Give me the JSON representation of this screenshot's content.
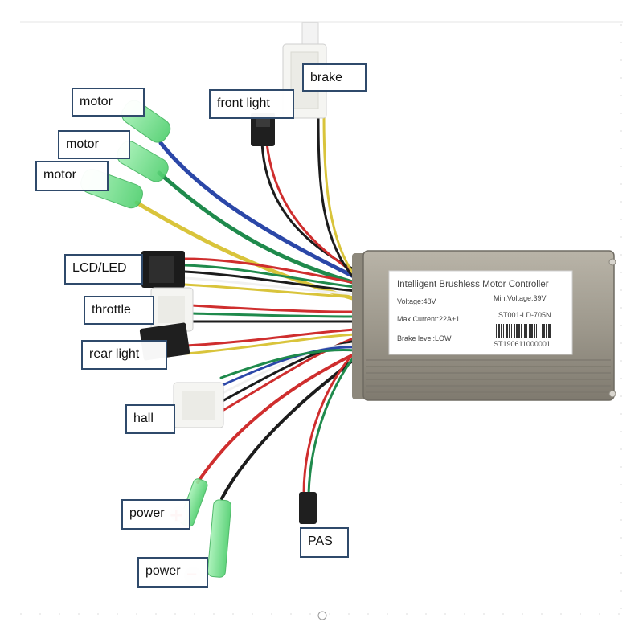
{
  "colors": {
    "red": "#cf2e2e",
    "black": "#1c1c1c",
    "blue": "#2b47a8",
    "green": "#1f8a4c",
    "yellow": "#d9c43b",
    "white": "#f1f1f1",
    "connector_green": "#6fe08a",
    "controller_body": "#9e998d",
    "plus_sign": "#e0262b"
  },
  "controller": {
    "title": "Intelligent Brushless Motor Controller",
    "voltage": "Voltage:48V",
    "min_voltage": "Min.Voltage:39V",
    "max_current": "Max.Current:22A±1",
    "model": "ST001-LD-705N",
    "brake_level": "Brake level:LOW",
    "serial": "ST190611000001"
  },
  "callouts": [
    {
      "id": "brake",
      "text": "brake"
    },
    {
      "id": "front-light",
      "text": "front light"
    },
    {
      "id": "motor-1",
      "text": "motor"
    },
    {
      "id": "motor-2",
      "text": "motor"
    },
    {
      "id": "motor-3",
      "text": "motor"
    },
    {
      "id": "lcd-led",
      "text": "LCD/LED"
    },
    {
      "id": "throttle",
      "text": "throttle"
    },
    {
      "id": "rear-light",
      "text": "rear light"
    },
    {
      "id": "hall",
      "text": "hall"
    },
    {
      "id": "power-plus",
      "text": "power"
    },
    {
      "id": "power-minus",
      "text": "power"
    },
    {
      "id": "pas",
      "text": "PAS"
    }
  ],
  "signs": {
    "plus": "+",
    "minus": "−"
  }
}
